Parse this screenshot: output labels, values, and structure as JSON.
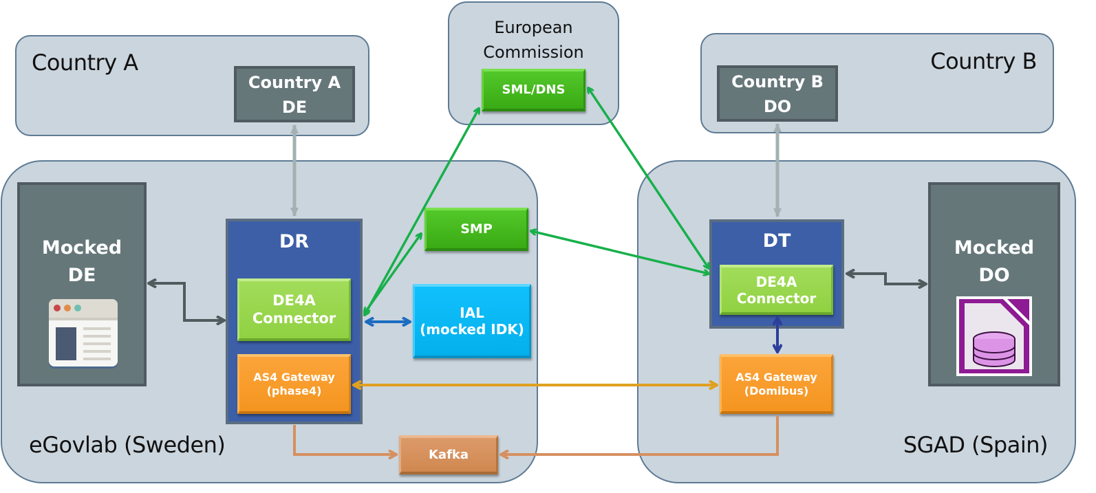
{
  "regions": {
    "country_a": {
      "label": "Country A",
      "node": {
        "line1": "Country A",
        "line2": "DE"
      }
    },
    "european_commission": {
      "line1": "European",
      "line2": "Commission",
      "node": "SML/DNS"
    },
    "country_b": {
      "label": "Country B",
      "node": {
        "line1": "Country B",
        "line2": "DO"
      }
    },
    "egovlab": {
      "label": "eGovlab (Sweden)"
    },
    "sgad": {
      "label": "SGAD (Spain)"
    }
  },
  "left": {
    "mocked_de": {
      "line1": "Mocked",
      "line2": "DE",
      "icon": "browser-window-icon"
    },
    "dr": {
      "title": "DR",
      "connector": {
        "line1": "DE4A",
        "line2": "Connector"
      },
      "gateway": {
        "line1": "AS4 Gateway",
        "line2": "(phase4)"
      }
    }
  },
  "middle": {
    "smp": "SMP",
    "ial": {
      "line1": "IAL",
      "line2": "(mocked IDK)"
    },
    "kafka": "Kafka"
  },
  "right": {
    "dt": {
      "title": "DT",
      "connector": {
        "line1": "DE4A",
        "line2": "Connector"
      },
      "gateway": {
        "line1": "AS4 Gateway",
        "line2": "(Domibus)"
      }
    },
    "mocked_do": {
      "line1": "Mocked",
      "line2": "DO",
      "icon": "database-document-icon"
    }
  },
  "colors": {
    "region_fill": "#cbd5de",
    "dark_node": "#66777a",
    "blue_container": "#3c5fa7",
    "smp_green": "#44b81c",
    "connector_green": "#98d64c",
    "gateway_orange": "#f99d2c",
    "ial_cyan": "#08b8f4",
    "kafka_tan": "#d69060",
    "arrow_green": "#17b04a",
    "arrow_grey": "#a3b1b3",
    "arrow_dark": "#4f5b5d",
    "arrow_blue": "#1c6cc0",
    "arrow_navy": "#2b3f9a",
    "arrow_gold": "#e0a020",
    "arrow_tan": "#d69060"
  }
}
